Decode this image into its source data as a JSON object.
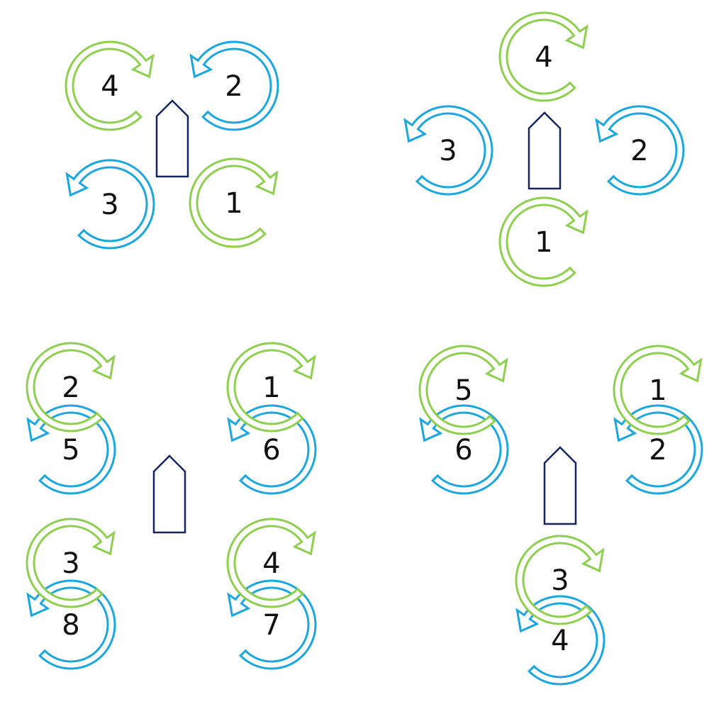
{
  "colors": {
    "clockwise": "#8fcf4f",
    "counterclockwise": "#1aa7e0",
    "aircraft": "#15245a"
  },
  "legend": {
    "clockwise": "green arrow",
    "counterclockwise": "blue arrow"
  },
  "configurations": [
    {
      "name": "quad-x",
      "rotors": [
        {
          "label": "1",
          "rotation": "clockwise"
        },
        {
          "label": "2",
          "rotation": "counterclockwise"
        },
        {
          "label": "3",
          "rotation": "counterclockwise"
        },
        {
          "label": "4",
          "rotation": "clockwise"
        }
      ]
    },
    {
      "name": "quad-plus",
      "rotors": [
        {
          "label": "1",
          "rotation": "clockwise"
        },
        {
          "label": "2",
          "rotation": "counterclockwise"
        },
        {
          "label": "3",
          "rotation": "counterclockwise"
        },
        {
          "label": "4",
          "rotation": "clockwise"
        }
      ]
    },
    {
      "name": "octo-x-coaxial",
      "rotors": [
        {
          "label": "2",
          "rotation": "clockwise"
        },
        {
          "label": "5",
          "rotation": "counterclockwise"
        },
        {
          "label": "1",
          "rotation": "clockwise"
        },
        {
          "label": "6",
          "rotation": "counterclockwise"
        },
        {
          "label": "3",
          "rotation": "clockwise"
        },
        {
          "label": "8",
          "rotation": "counterclockwise"
        },
        {
          "label": "4",
          "rotation": "clockwise"
        },
        {
          "label": "7",
          "rotation": "counterclockwise"
        }
      ]
    },
    {
      "name": "hexa-y-coaxial",
      "rotors": [
        {
          "label": "5",
          "rotation": "clockwise"
        },
        {
          "label": "6",
          "rotation": "counterclockwise"
        },
        {
          "label": "1",
          "rotation": "clockwise"
        },
        {
          "label": "2",
          "rotation": "counterclockwise"
        },
        {
          "label": "3",
          "rotation": "clockwise"
        },
        {
          "label": "4",
          "rotation": "counterclockwise"
        }
      ]
    }
  ]
}
